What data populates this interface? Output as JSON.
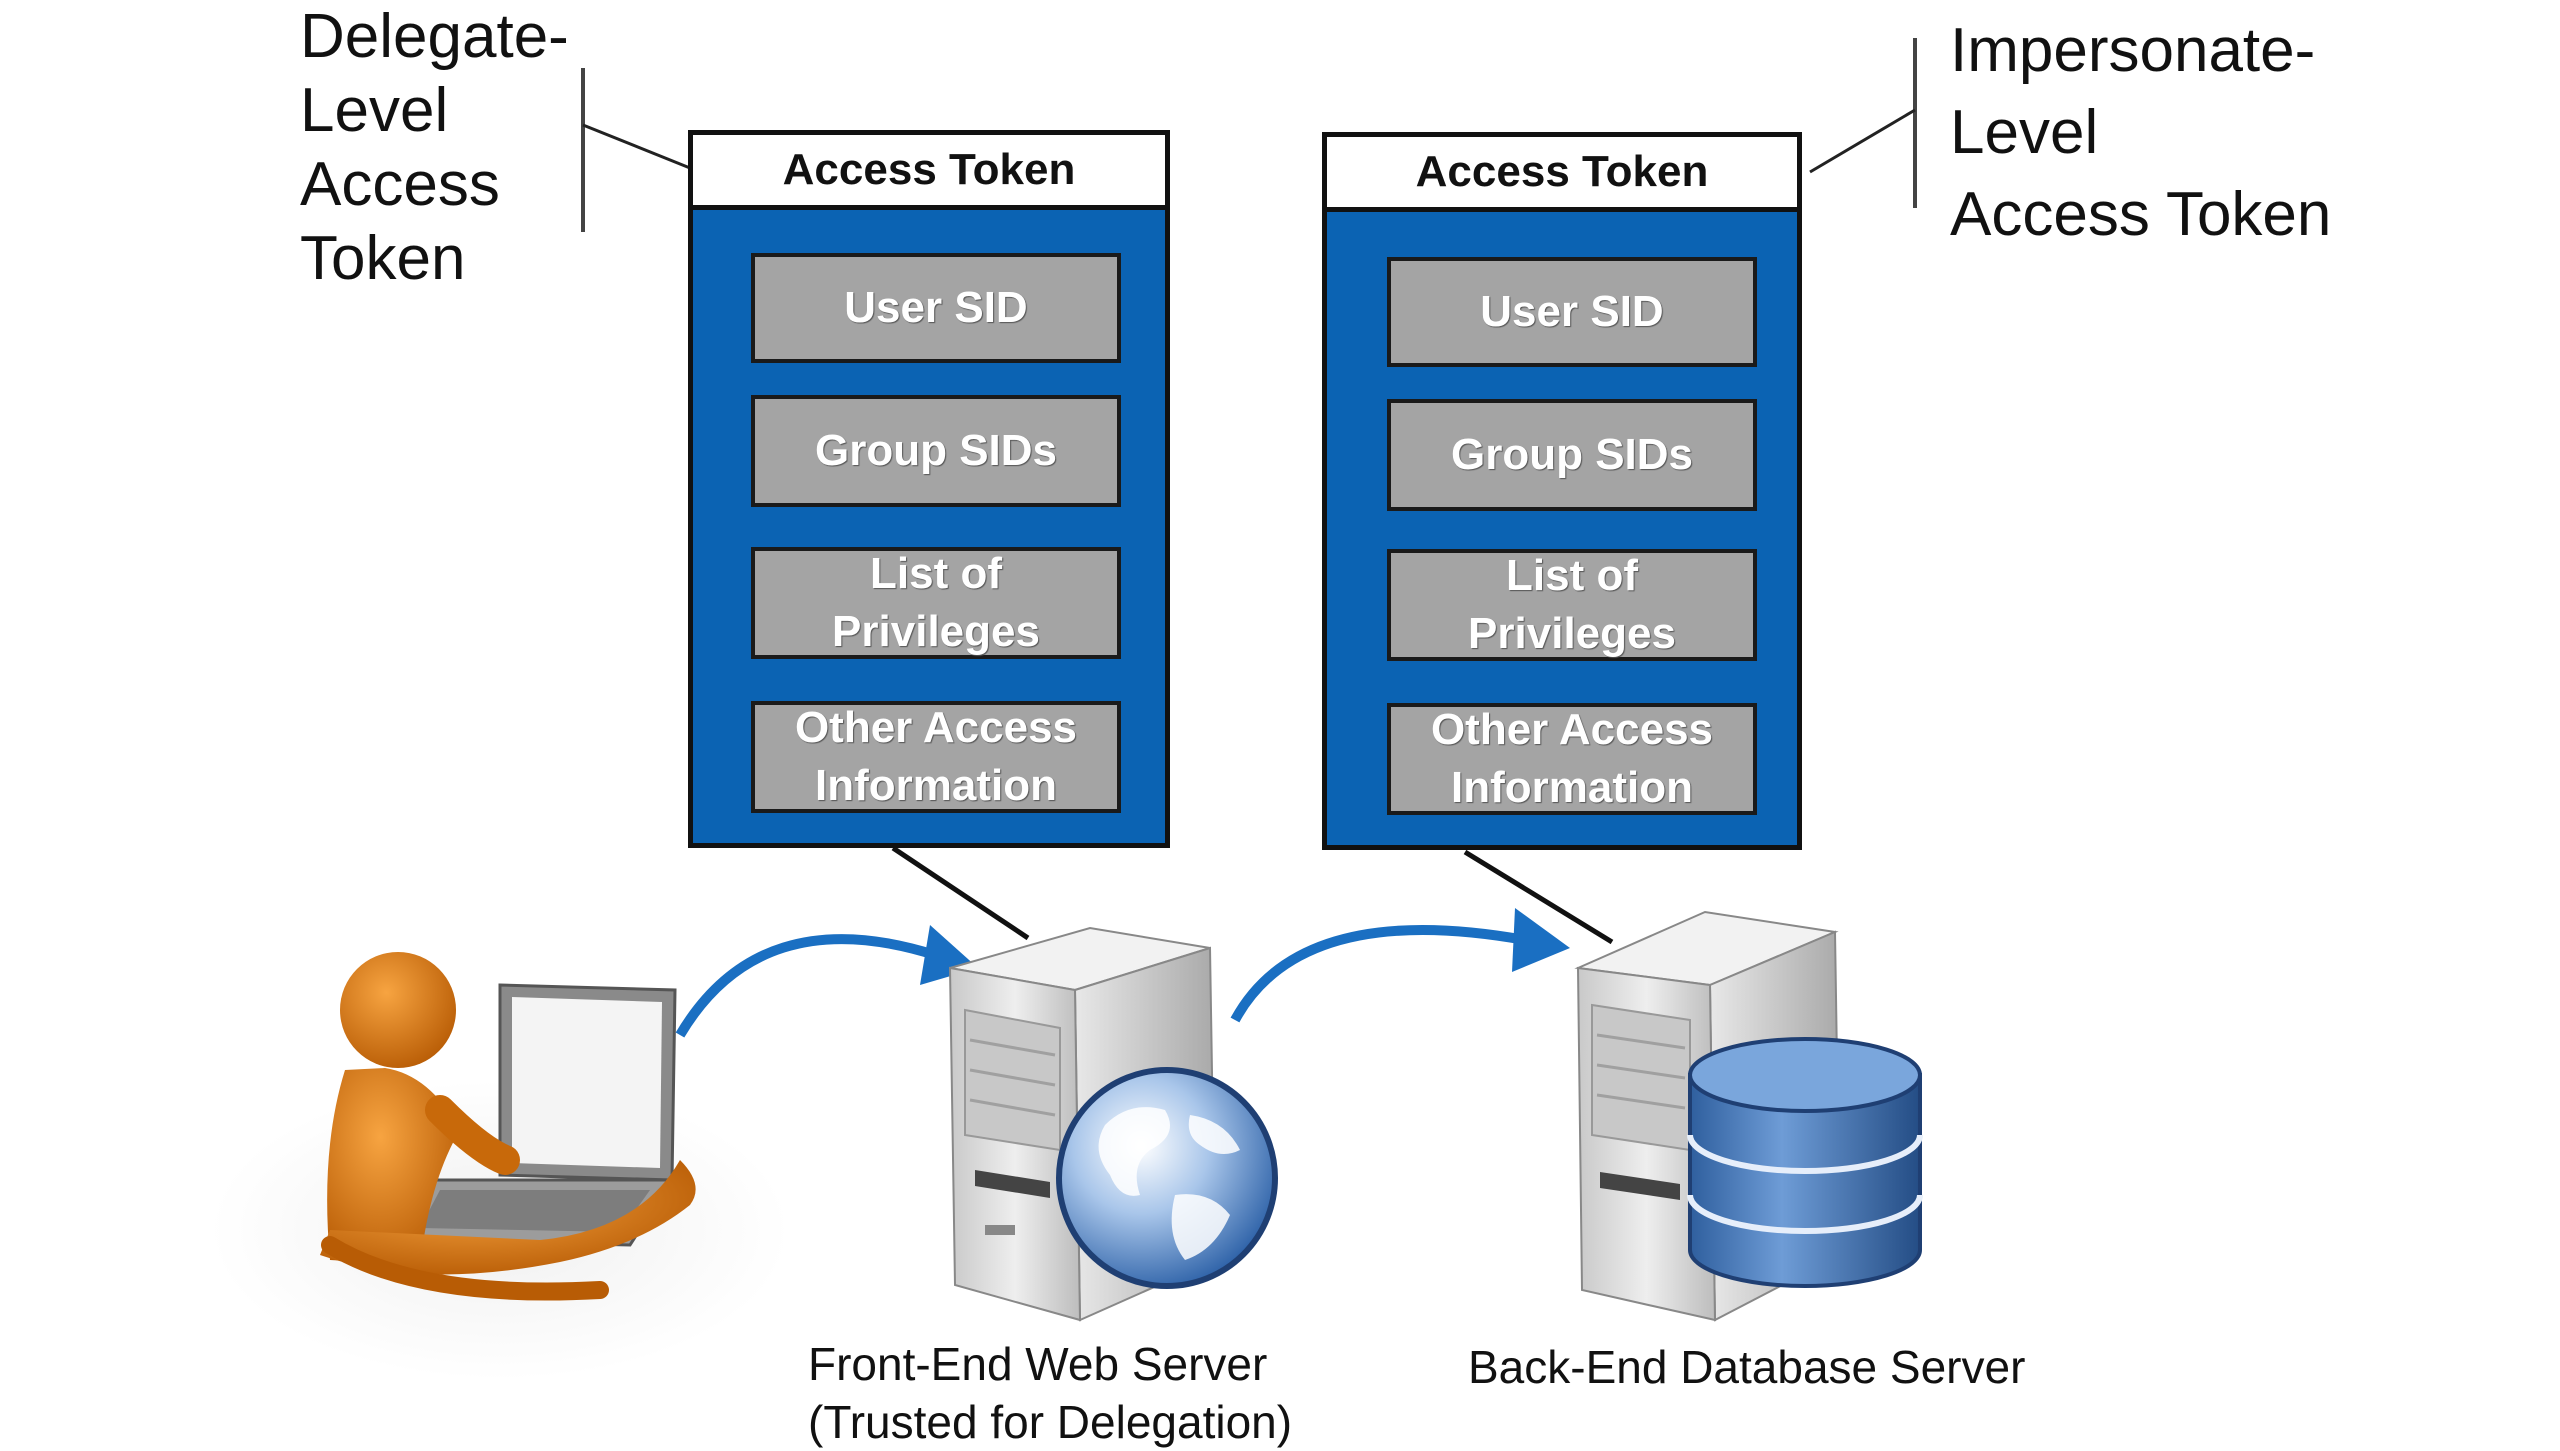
{
  "callouts": {
    "delegate": [
      "Delegate-",
      "Level",
      "Access",
      "Token"
    ],
    "impersonate": [
      "Impersonate-",
      "Level",
      "Access Token"
    ]
  },
  "tokens": [
    {
      "title": "Access Token",
      "fields": [
        "User SID",
        "Group SIDs",
        "List of\nPrivileges",
        "Other Access\nInformation"
      ]
    },
    {
      "title": "Access Token",
      "fields": [
        "User SID",
        "Group SIDs",
        "List of\nPrivileges",
        "Other Access\nInformation"
      ]
    }
  ],
  "servers": {
    "front_end": {
      "line1": "Front-End Web Server",
      "line2": "(Trusted for Delegation)"
    },
    "back_end": {
      "line1": "Back-End Database Server"
    }
  },
  "colors": {
    "token_blue": "#0b63b3",
    "field_gray": "#a4a4a4",
    "arrow_blue": "#1a6fc2",
    "person_orange": "#e07a10",
    "server_gray": "#d6d6d6",
    "database_blue": "#4a7fc0"
  },
  "icons": [
    "user-laptop-icon",
    "web-server-icon",
    "globe-icon",
    "database-server-icon",
    "database-icon"
  ]
}
